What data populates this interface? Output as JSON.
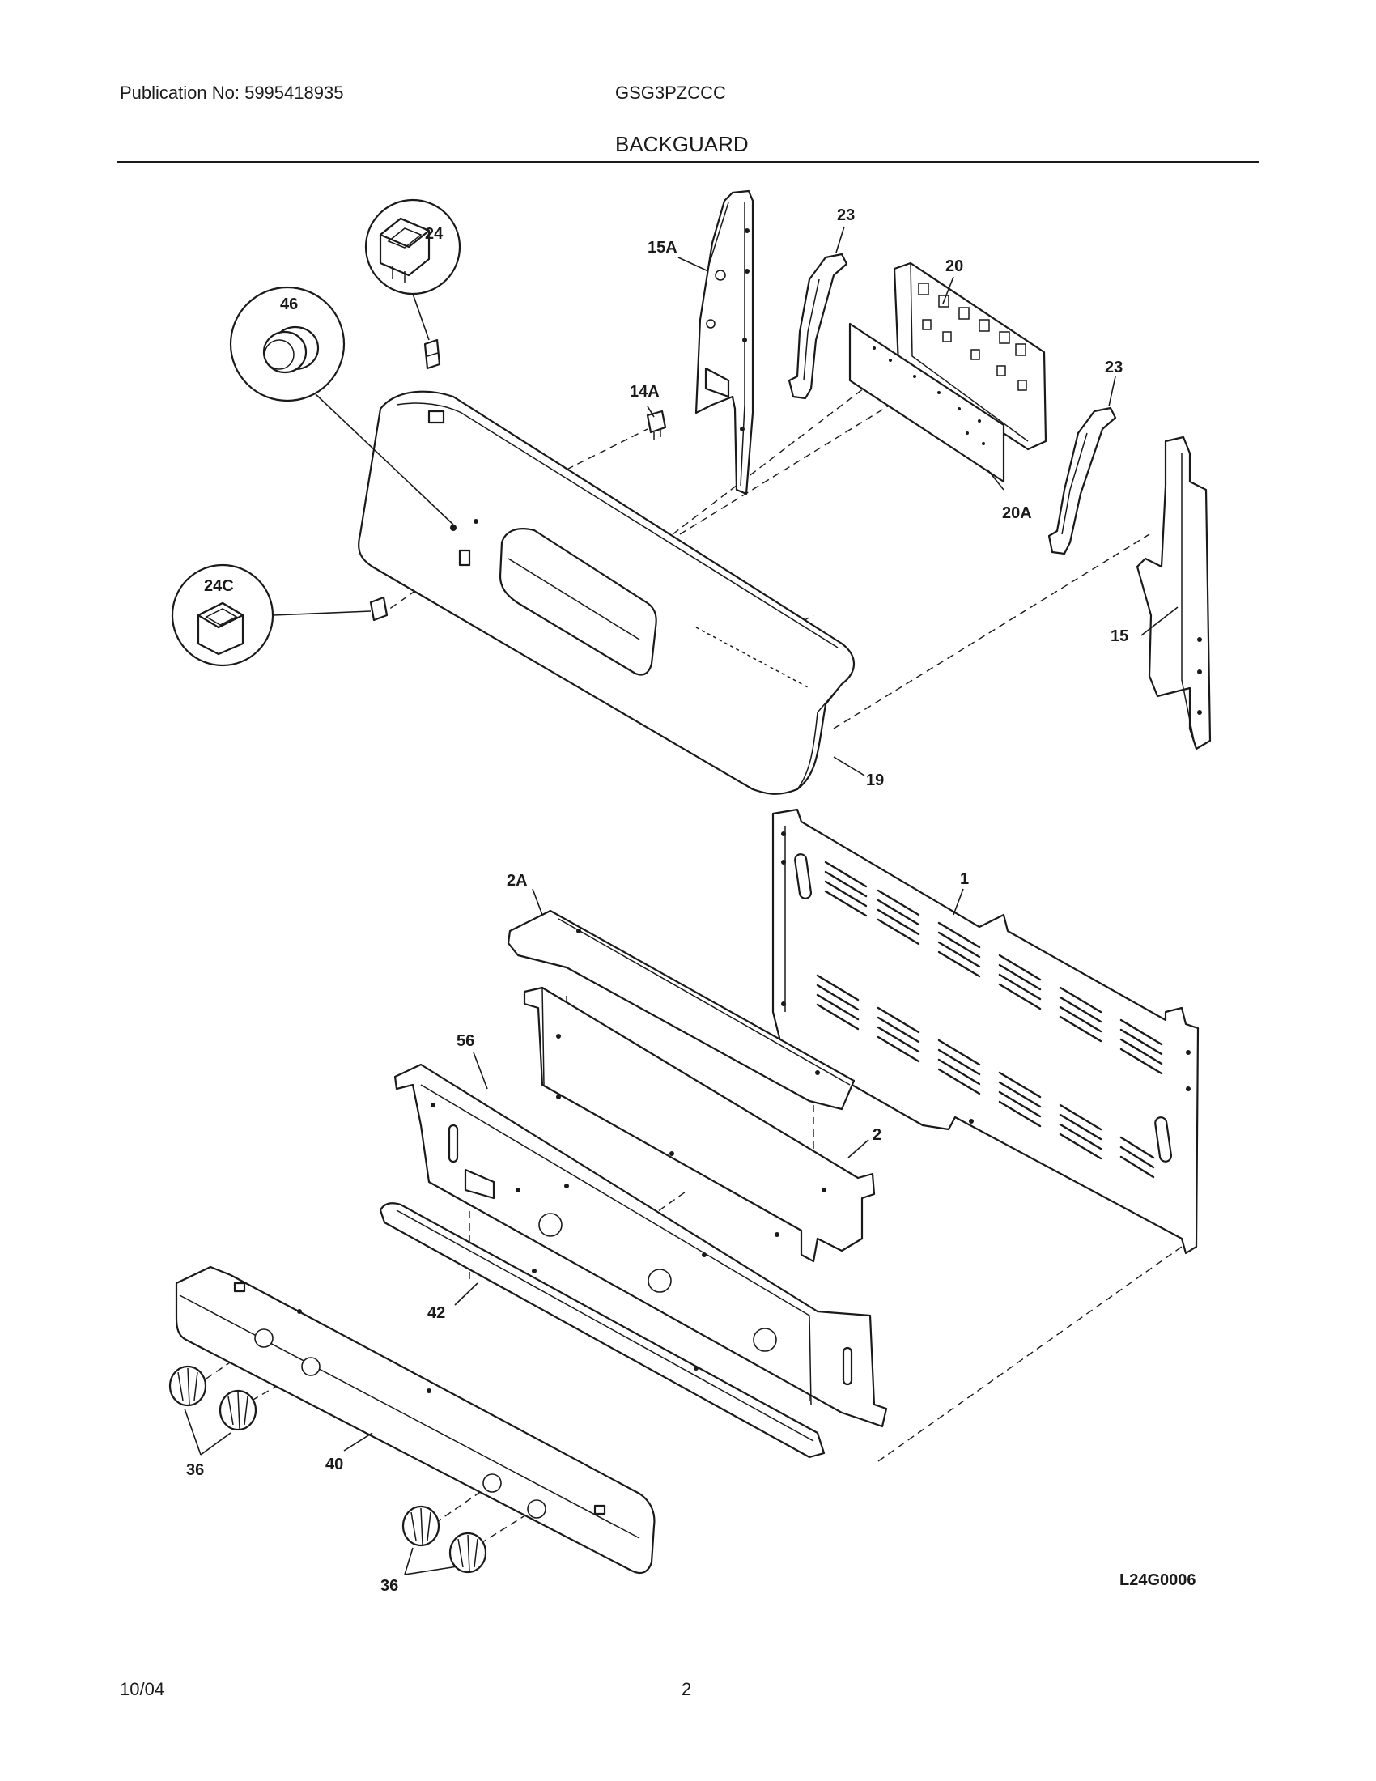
{
  "header": {
    "publication": "Publication No: 5995418935",
    "model": "GSG3PZCCC",
    "section_title": "BACKGUARD"
  },
  "footer": {
    "date": "10/04",
    "page": "2"
  },
  "diagram": {
    "code": "L24G0006",
    "callouts": {
      "c1": "1",
      "c2": "2",
      "c2a": "2A",
      "c15": "15",
      "c15a": "15A",
      "c14a": "14A",
      "c19": "19",
      "c20": "20",
      "c20a": "20A",
      "c23a": "23",
      "c23b": "23",
      "c24": "24",
      "c24c": "24C",
      "c36a": "36",
      "c36b": "36",
      "c40": "40",
      "c42": "42",
      "c46": "46",
      "c56": "56"
    }
  }
}
